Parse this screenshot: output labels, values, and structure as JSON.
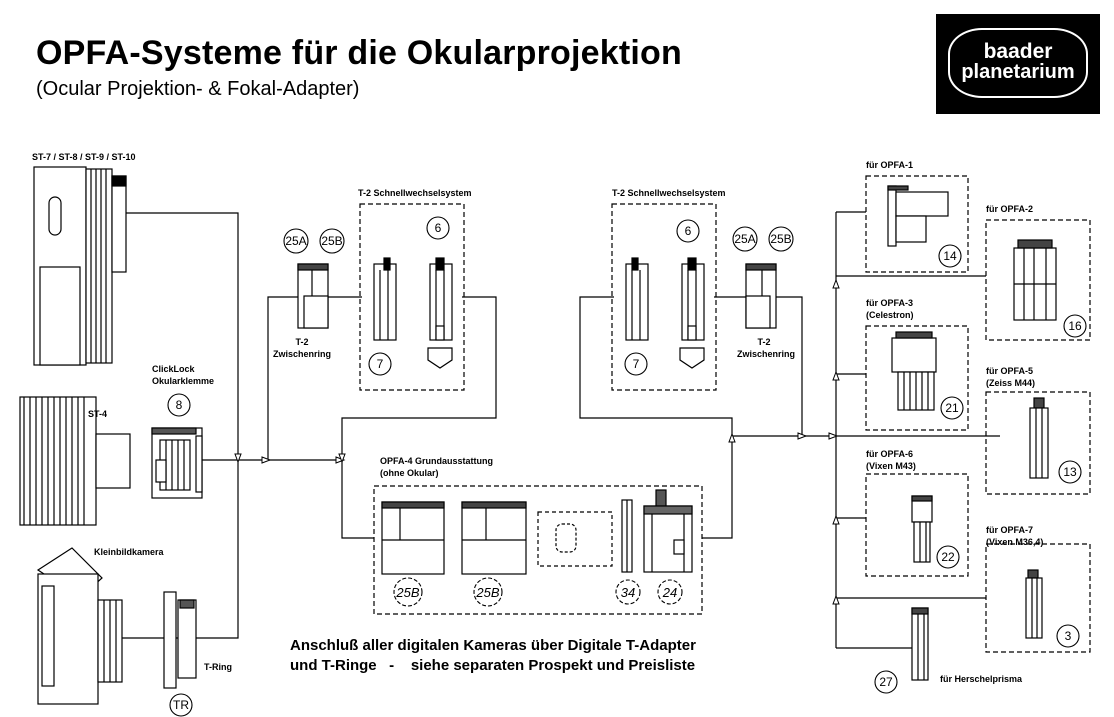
{
  "header": {
    "title": "OPFA-Systeme für die Okularprojektion",
    "subtitle": "(Ocular Projektion- & Fokal-Adapter)"
  },
  "logo": {
    "line1": "baader",
    "line2": "planetarium"
  },
  "labels": {
    "st_series": "ST-7 / ST-8 / ST-9 / ST-10",
    "st4": "ST-4",
    "clicklock_1": "ClickLock",
    "clicklock_2": "Okularklemme",
    "kleinbild": "Kleinbildkamera",
    "tring": "T-Ring",
    "t2_system_left": "T-2 Schnellwechselsystem",
    "t2_system_right": "T-2 Schnellwechselsystem",
    "t2_ring_left_1": "T-2",
    "t2_ring_left_2": "Zwischenring",
    "t2_ring_right_1": "T-2",
    "t2_ring_right_2": "Zwischenring",
    "opfa4_1": "OPFA-4 Grundausstattung",
    "opfa4_2": "(ohne Okular)",
    "opfa1": "für OPFA-1",
    "opfa2": "für OPFA-2",
    "opfa3_1": "für OPFA-3",
    "opfa3_2": "(Celestron)",
    "opfa5_1": "für OPFA-5",
    "opfa5_2": "(Zeiss M44)",
    "opfa6_1": "für OPFA-6",
    "opfa6_2": "(Vixen M43)",
    "opfa7_1": "für OPFA-7",
    "opfa7_2": "(Vixen M36,4)",
    "herschel": "für Herschelprisma"
  },
  "parts": {
    "n8": "8",
    "tr": "TR",
    "n25a_l": "25A",
    "n25b_l": "25B",
    "n6_l": "6",
    "n7_l": "7",
    "n6_r": "6",
    "n25a_r": "25A",
    "n25b_r": "25B",
    "n7_r": "7",
    "n25b_1": "25B",
    "n25b_2": "25B",
    "n34": "34",
    "n24": "24",
    "n14": "14",
    "n16": "16",
    "n21": "21",
    "n13": "13",
    "n22": "22",
    "n3": "3",
    "n27": "27"
  },
  "note": {
    "line1": "Anschluß aller digitalen Kameras über Digitale T-Adapter",
    "line2": "und T-Ringe   -    siehe separaten Prospekt und Preisliste"
  }
}
